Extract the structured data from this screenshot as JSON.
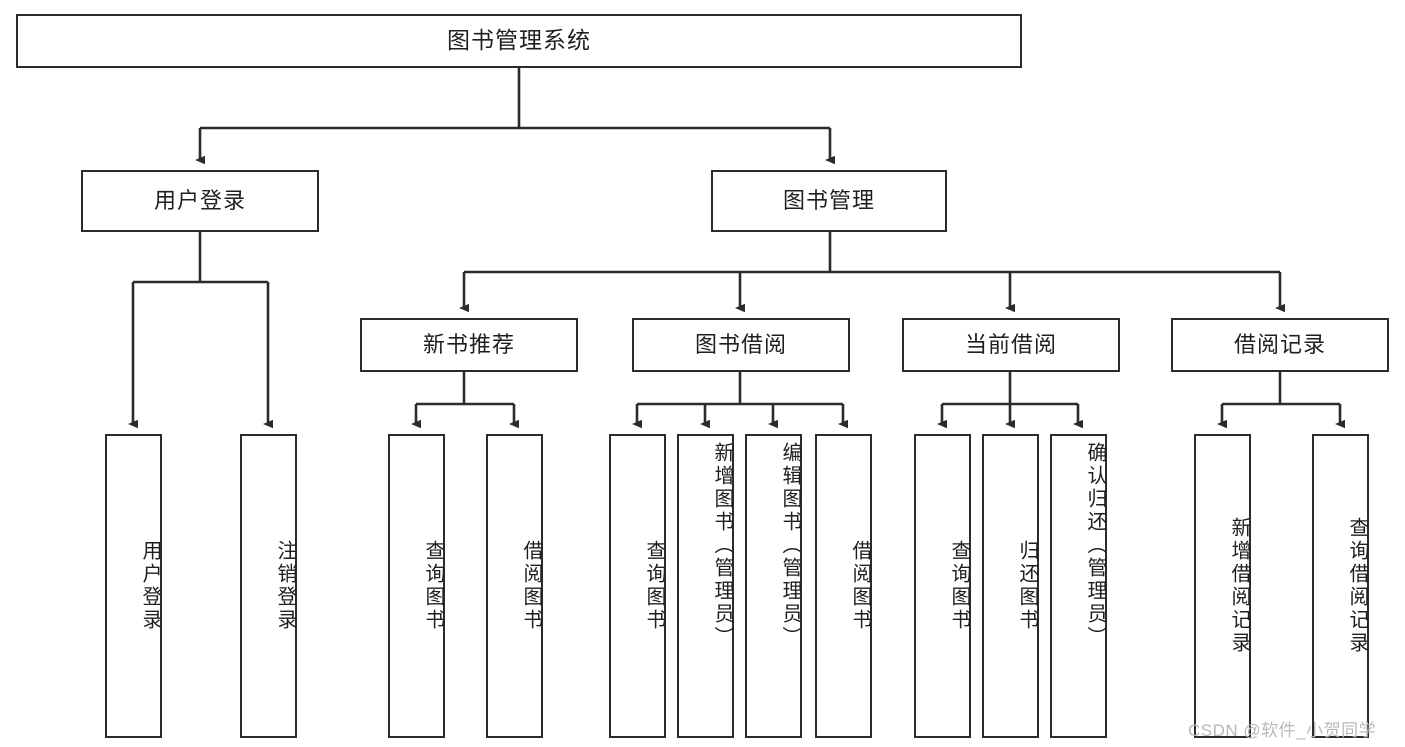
{
  "diagram": {
    "title": "图书管理系统",
    "type": "hierarchy-tree",
    "root": {
      "id": "root",
      "label": "图书管理系统",
      "orientation": "horizontal"
    },
    "level1": [
      {
        "id": "user-login",
        "label": "用户登录",
        "orientation": "horizontal"
      },
      {
        "id": "book-manage",
        "label": "图书管理",
        "orientation": "horizontal"
      }
    ],
    "level2": [
      {
        "id": "new-book-recommend",
        "label": "新书推荐",
        "parent": "book-manage",
        "orientation": "horizontal"
      },
      {
        "id": "book-borrow",
        "label": "图书借阅",
        "parent": "book-manage",
        "orientation": "horizontal"
      },
      {
        "id": "current-borrow",
        "label": "当前借阅",
        "parent": "book-manage",
        "orientation": "horizontal"
      },
      {
        "id": "borrow-record",
        "label": "借阅记录",
        "parent": "book-manage",
        "orientation": "horizontal"
      }
    ],
    "leaves": [
      {
        "id": "leaf-user-login",
        "label": "用户登录",
        "parent": "user-login",
        "orientation": "vertical"
      },
      {
        "id": "leaf-logout-login",
        "label": "注销登录",
        "parent": "user-login",
        "orientation": "vertical"
      },
      {
        "id": "leaf-query-book-1",
        "label": "查询图书",
        "parent": "new-book-recommend",
        "orientation": "vertical"
      },
      {
        "id": "leaf-borrow-book-1",
        "label": "借阅图书",
        "parent": "new-book-recommend",
        "orientation": "vertical"
      },
      {
        "id": "leaf-query-book-2",
        "label": "查询图书",
        "parent": "book-borrow",
        "orientation": "vertical"
      },
      {
        "id": "leaf-add-book-admin",
        "label": "新增图书（管理员）",
        "parent": "book-borrow",
        "orientation": "vertical"
      },
      {
        "id": "leaf-edit-book-admin",
        "label": "编辑图书（管理员）",
        "parent": "book-borrow",
        "orientation": "vertical"
      },
      {
        "id": "leaf-borrow-book-2",
        "label": "借阅图书",
        "parent": "book-borrow",
        "orientation": "vertical"
      },
      {
        "id": "leaf-query-book-3",
        "label": "查询图书",
        "parent": "current-borrow",
        "orientation": "vertical"
      },
      {
        "id": "leaf-return-book",
        "label": "归还图书",
        "parent": "current-borrow",
        "orientation": "vertical"
      },
      {
        "id": "leaf-confirm-return-admin",
        "label": "确认归还（管理员）",
        "parent": "current-borrow",
        "orientation": "vertical"
      },
      {
        "id": "leaf-add-borrow-record",
        "label": "新增借阅记录",
        "parent": "borrow-record",
        "orientation": "vertical"
      },
      {
        "id": "leaf-query-borrow-record",
        "label": "查询借阅记录",
        "parent": "borrow-record",
        "orientation": "vertical"
      }
    ],
    "colors": {
      "stroke": "#2b2b2b",
      "fill": "#ffffff",
      "text": "#1f1f1f",
      "watermark": "#b9b9b9"
    }
  },
  "watermark": {
    "text": "CSDN @软件_小贺同学"
  }
}
